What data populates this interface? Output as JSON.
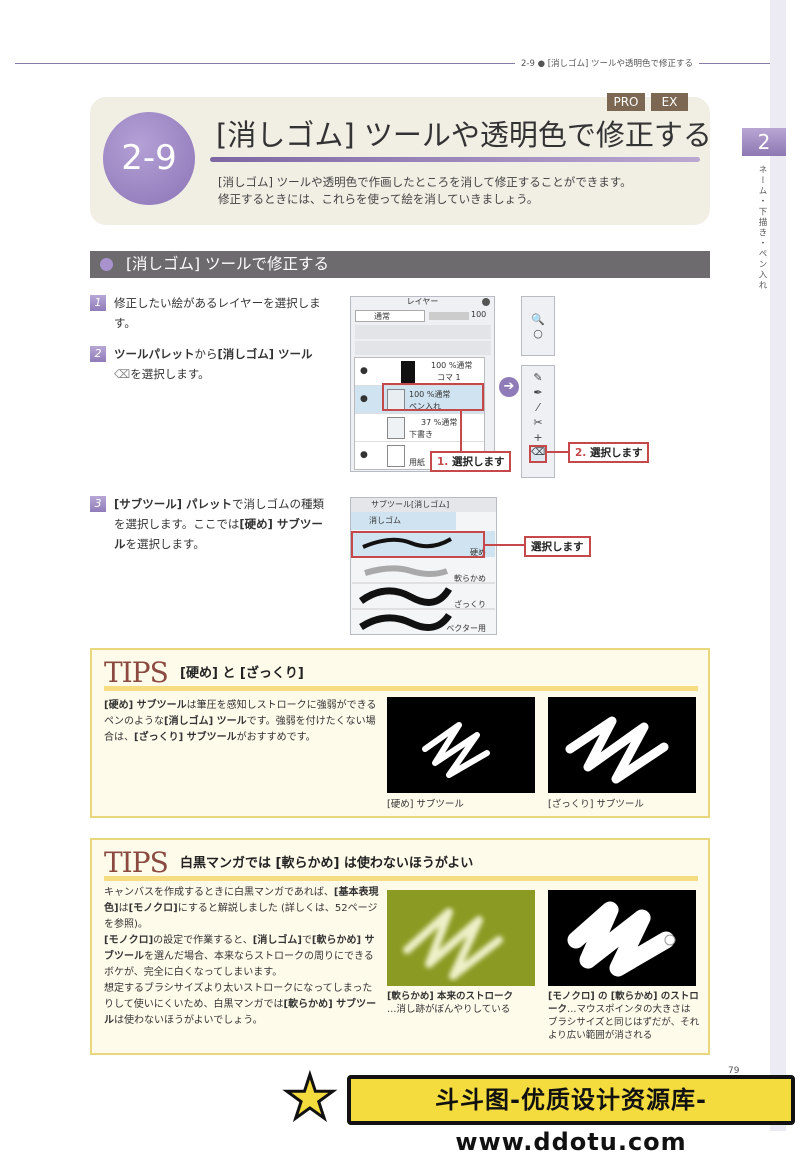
{
  "header": {
    "running_title": "2-9 ● [消しゴム] ツールや透明色で修正する"
  },
  "chapter": {
    "number": "2",
    "title": "ネーム・下描き・ペン入れ"
  },
  "section": {
    "number": "2-9",
    "title": "[消しゴム] ツールや透明色で修正する",
    "badges": [
      "PRO",
      "EX"
    ],
    "description": [
      "[消しゴム] ツールや透明色で作画したところを消して修正することができます。",
      "修正するときには、これらを使って絵を消していきましょう。"
    ]
  },
  "subsection": {
    "title": "[消しゴム] ツールで修正する"
  },
  "steps": [
    {
      "num": "1",
      "text": "修正したい絵があるレイヤーを選択します。"
    },
    {
      "num": "2",
      "bold": "ツールパレット",
      "text_a": "から",
      "bold2": "[消しゴム] ツール",
      "text_b": "を選択します。"
    },
    {
      "num": "3",
      "bold": "[サブツール] パレット",
      "text_a": "で消しゴムの種類を選択します。ここでは",
      "bold2": "[硬め] サブツール",
      "text_b": "を選択します。"
    }
  ],
  "layer_panel": {
    "title": "レイヤー",
    "blend": "通常",
    "opacity": "100",
    "layers": [
      {
        "line1": "100 %通常",
        "line2": "コマ 1"
      },
      {
        "line1": "100 %通常",
        "line2": "ペン入れ"
      },
      {
        "line1": "37 %通常",
        "line2": "下書き"
      },
      {
        "line1": "",
        "line2": "用紙"
      }
    ],
    "callout_num": "1.",
    "callout": "選択します"
  },
  "tool_palette": {
    "callout_num": "2.",
    "callout": "選択します"
  },
  "subtool_panel": {
    "tab": "サブツール[消しゴム]",
    "group": "消しゴム",
    "items": [
      "硬め",
      "軟らかめ",
      "ざっくり",
      "ベクター用"
    ],
    "callout": "選択します"
  },
  "tips1": {
    "logo": "TIPS",
    "title": "[硬め] と [ざっくり]",
    "body": [
      {
        "b": "[硬め] サブツール"
      },
      {
        "t": "は筆圧を感知しストロークに強弱ができるペンのような"
      },
      {
        "b": "[消しゴム] ツール"
      },
      {
        "t": "です。強弱を付けたくない場合は、"
      },
      {
        "b": "[ざっくり] サブツール"
      },
      {
        "t": "がおすすめです。"
      }
    ],
    "captions": [
      "[硬め] サブツール",
      "[ざっくり] サブツール"
    ]
  },
  "tips2": {
    "logo": "TIPS",
    "title": "白黒マンガでは [軟らかめ] は使わないほうがよい",
    "body": [
      {
        "t": "キャンバスを作成するときに白黒マンガであれば、"
      },
      {
        "b": "[基本表現色]"
      },
      {
        "t": "は"
      },
      {
        "b": "[モノクロ]"
      },
      {
        "t": "にすると解説しました (詳しくは、52ページを参照)。"
      },
      {
        "br": true
      },
      {
        "b": "[モノクロ]"
      },
      {
        "t": "の設定で作業すると、"
      },
      {
        "b": "[消しゴム]"
      },
      {
        "t": "で"
      },
      {
        "b": "[軟らかめ] サブツール"
      },
      {
        "t": "を選んだ場合、本来ならストロークの周りにできるボケが、完全に白くなってしまいます。"
      },
      {
        "br": true
      },
      {
        "t": "想定するブラシサイズより太いストロークになってしまったりして使いにくいため、白黒マンガでは"
      },
      {
        "b": "[軟らかめ] サブツール"
      },
      {
        "t": "は使わないほうがよいでしょう。"
      }
    ],
    "captions": [
      {
        "b": "[軟らかめ] 本来のストローク",
        "t": "…消し跡がぼんやりしている"
      },
      {
        "b": "[モノクロ] の [軟らかめ] のストローク",
        "t": "…マウスポインタの大きさはブラシサイズと同じはずだが、それより広い範囲が消される"
      }
    ]
  },
  "page_number": "79",
  "watermark": "斗斗图-优质设计资源库-www.ddotu.com",
  "colors": {
    "accent": "#9d86c0",
    "section_bar": "#6e6b6e",
    "badge": "#7b6752",
    "tips_bg": "#fffbeb",
    "tips_border": "#e9d77e",
    "callout": "#c5484a",
    "soft_image": "#8a9a22"
  }
}
